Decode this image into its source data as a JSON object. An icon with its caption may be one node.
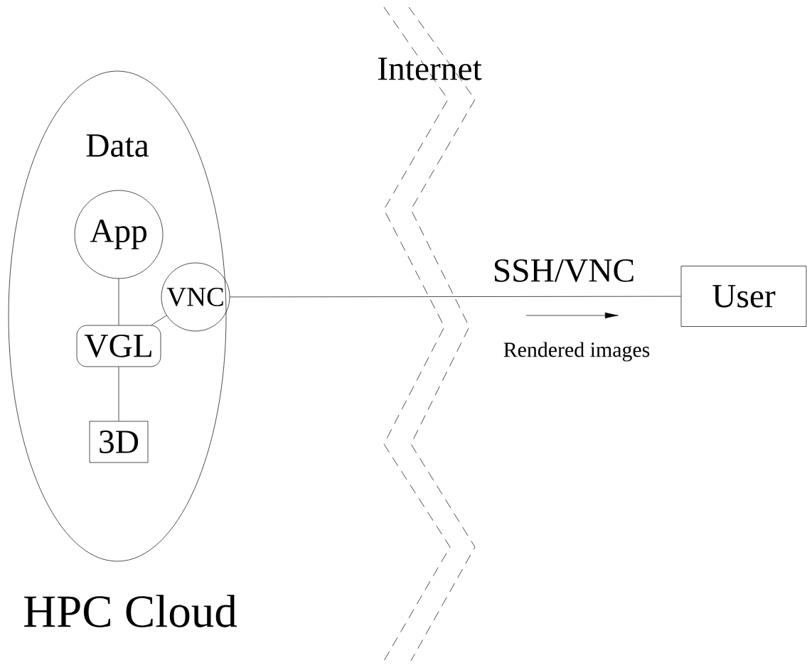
{
  "diagram": {
    "nodes": [
      {
        "text": [
          "Data",
          "HPC Cloud"
        ]
      },
      {
        "text": [
          "App"
        ],
        "in": 0
      },
      {
        "text": [
          "VNC"
        ],
        "in": 0
      },
      {
        "text": [
          "VGL"
        ],
        "in": 0
      },
      {
        "text": [
          "3D"
        ],
        "in": 0
      },
      {
        "text": [
          "User"
        ]
      }
    ],
    "edges": [
      {
        "from": 1,
        "to": 3,
        "arrow": "none"
      },
      {
        "from": 2,
        "to": 3,
        "arrow": "none"
      },
      {
        "from": 3,
        "to": 4,
        "arrow": "none"
      },
      {
        "from": 2,
        "to": 5,
        "arrow": "none",
        "label": "SSH/VNC"
      }
    ],
    "labels": [
      "Internet",
      "Rendered images"
    ]
  }
}
